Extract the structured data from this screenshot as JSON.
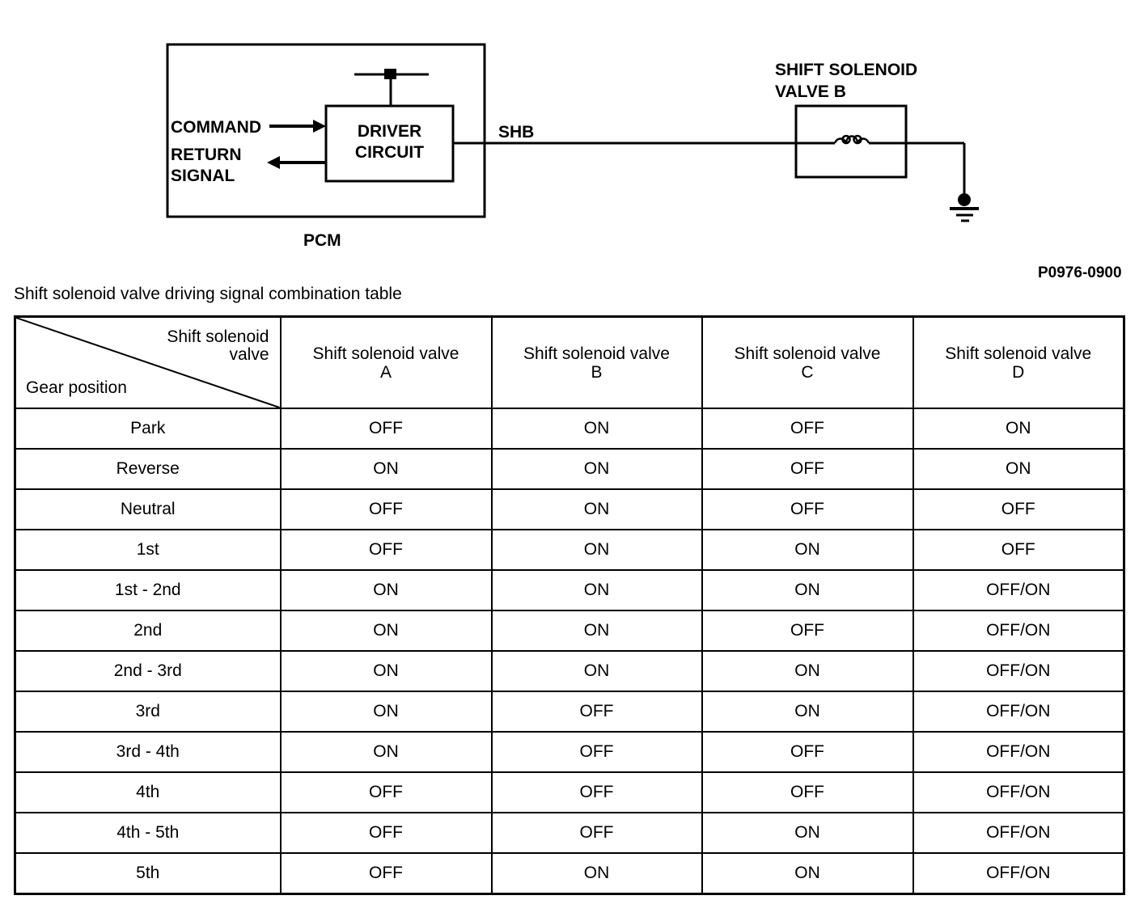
{
  "colors": {
    "ink": "#000000",
    "background": "#ffffff"
  },
  "diagram": {
    "pcm_label": "PCM",
    "driver_circuit": {
      "line1": "DRIVER",
      "line2": "CIRCUIT"
    },
    "command_label": "COMMAND",
    "return_signal": {
      "line1": "RETURN",
      "line2": "SIGNAL"
    },
    "wire_label": "SHB",
    "solenoid": {
      "line1": "SHIFT SOLENOID",
      "line2": "VALVE B"
    },
    "figure_code": "P0976-0900"
  },
  "table": {
    "title": "Shift solenoid valve driving signal combination table",
    "corner": {
      "top_line1": "Shift solenoid",
      "top_line2": "valve",
      "bottom": "Gear position"
    },
    "columns": [
      {
        "line1": "Shift solenoid valve",
        "line2": "A"
      },
      {
        "line1": "Shift solenoid valve",
        "line2": "B"
      },
      {
        "line1": "Shift solenoid valve",
        "line2": "C"
      },
      {
        "line1": "Shift solenoid valve",
        "line2": "D"
      }
    ],
    "rows": [
      {
        "gear": "Park",
        "values": [
          "OFF",
          "ON",
          "OFF",
          "ON"
        ]
      },
      {
        "gear": "Reverse",
        "values": [
          "ON",
          "ON",
          "OFF",
          "ON"
        ]
      },
      {
        "gear": "Neutral",
        "values": [
          "OFF",
          "ON",
          "OFF",
          "OFF"
        ]
      },
      {
        "gear": "1st",
        "values": [
          "OFF",
          "ON",
          "ON",
          "OFF"
        ]
      },
      {
        "gear": "1st - 2nd",
        "values": [
          "ON",
          "ON",
          "ON",
          "OFF/ON"
        ]
      },
      {
        "gear": "2nd",
        "values": [
          "ON",
          "ON",
          "OFF",
          "OFF/ON"
        ]
      },
      {
        "gear": "2nd - 3rd",
        "values": [
          "ON",
          "ON",
          "ON",
          "OFF/ON"
        ]
      },
      {
        "gear": "3rd",
        "values": [
          "ON",
          "OFF",
          "ON",
          "OFF/ON"
        ]
      },
      {
        "gear": "3rd - 4th",
        "values": [
          "ON",
          "OFF",
          "OFF",
          "OFF/ON"
        ]
      },
      {
        "gear": "4th",
        "values": [
          "OFF",
          "OFF",
          "OFF",
          "OFF/ON"
        ]
      },
      {
        "gear": "4th - 5th",
        "values": [
          "OFF",
          "OFF",
          "ON",
          "OFF/ON"
        ]
      },
      {
        "gear": "5th",
        "values": [
          "OFF",
          "ON",
          "ON",
          "OFF/ON"
        ]
      }
    ]
  }
}
